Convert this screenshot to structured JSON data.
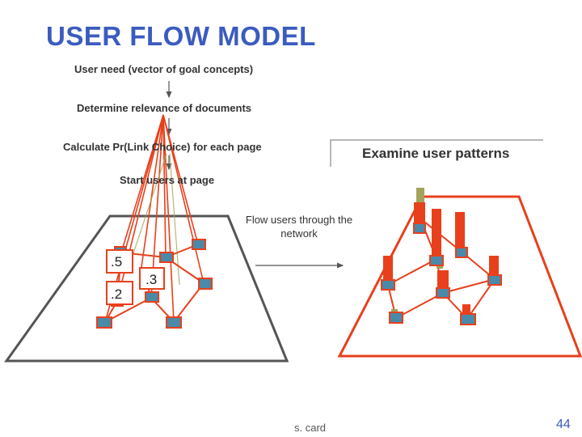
{
  "title": "USER FLOW MODEL",
  "steps": {
    "s1": "User need (vector of goal concepts)",
    "s2": "Determine relevance of documents",
    "s3": "Calculate Pr(Link Choice) for each page",
    "s4": "Start users at page",
    "s5": "Flow users through the network"
  },
  "examine_label": "Examine user patterns",
  "probabilities": {
    "a": ".5",
    "b": ".3",
    "c": ".2"
  },
  "author": "s. card",
  "page_number": "44",
  "colors": {
    "title": "#3b5bbf",
    "network": "#e8401c",
    "page_node": "#4a8aa8",
    "user_column_cap": "#a3a35a",
    "plane": "#555555"
  }
}
